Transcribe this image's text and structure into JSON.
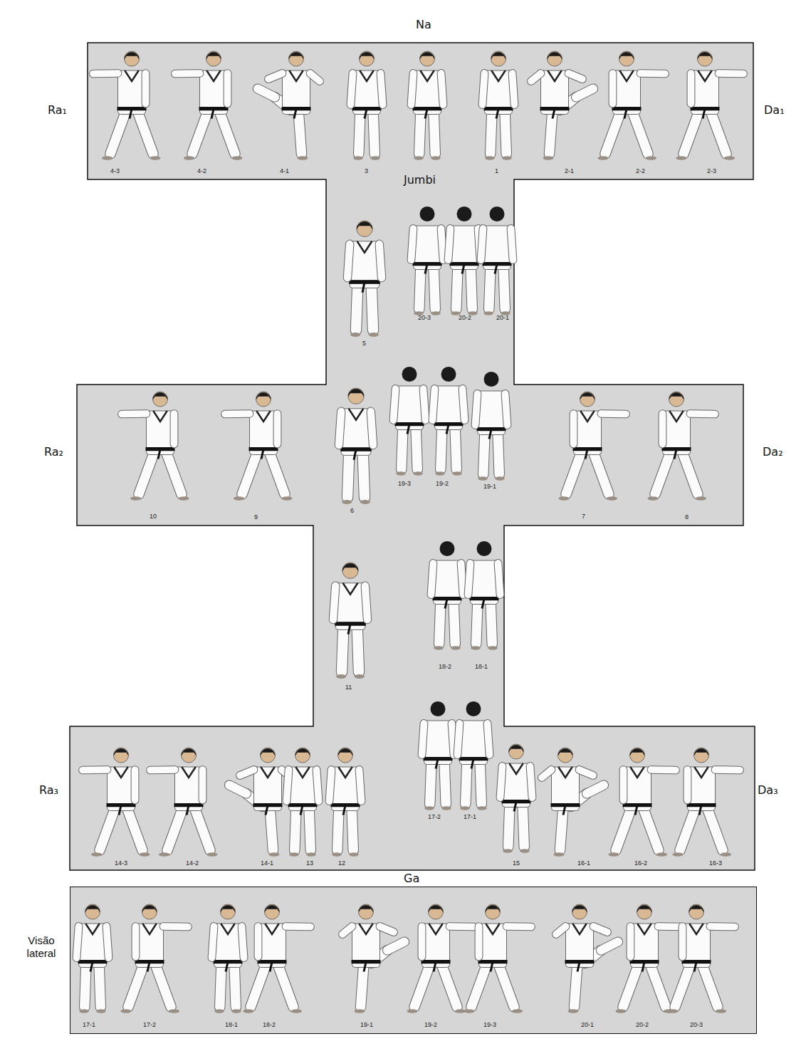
{
  "diagram": {
    "nodes": [
      {
        "text": [
          "Visão lateral"
        ]
      }
    ],
    "labels": [
      "Na",
      "Ra₁",
      "Da₁",
      "4-3",
      "4-2",
      "4-1",
      "3",
      "1",
      "2-1",
      "2-2",
      "2-3",
      "Jumbi",
      "5",
      "20-3",
      "20-2",
      "20-1",
      "Ra₂",
      "Da₂",
      "10",
      "9",
      "6",
      "19-3",
      "19-2",
      "19-1",
      "7",
      "8",
      "11",
      "18-2",
      "18-1",
      "17-2",
      "17-1",
      "Ra₃",
      "Da₃",
      "14-3",
      "14-2",
      "14-1",
      "13",
      "12",
      "15",
      "16-1",
      "16-2",
      "16-3",
      "Ga",
      "17-1",
      "17-2",
      "18-1",
      "18-2",
      "19-1",
      "19-2",
      "19-3",
      "20-1",
      "20-2",
      "20-3"
    ]
  }
}
